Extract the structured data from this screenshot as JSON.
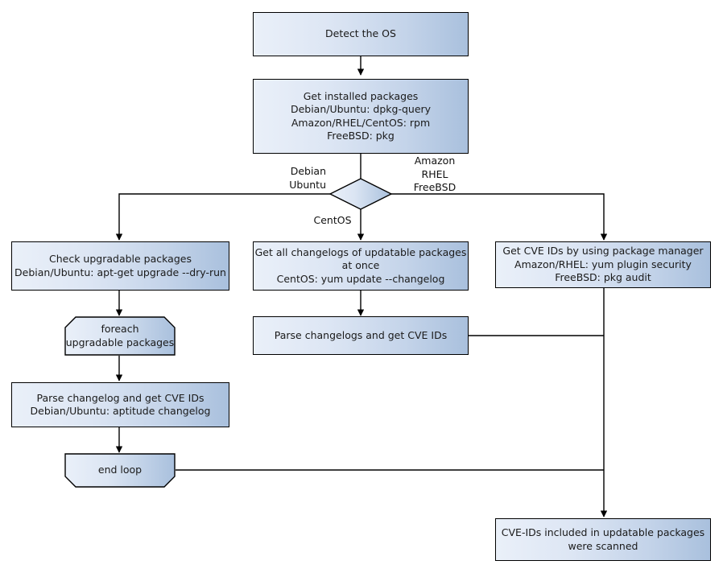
{
  "diagram": {
    "title": "OS package CVE scanning flowchart",
    "colors": {
      "node_fill_light": "#eaf0f9",
      "node_fill_dark": "#a9c0dd",
      "stroke": "#000000",
      "background": "#ffffff",
      "text": "#1a1a1a"
    },
    "nodes": {
      "detect_os": "Detect the OS",
      "get_installed_packages": "Get installed packages\nDebian/Ubuntu: dpkg-query\nAmazon/RHEL/CentOS: rpm\nFreeBSD: pkg",
      "check_upgradable": "Check upgradable packages\nDebian/Ubuntu: apt-get upgrade --dry-run",
      "get_all_changelogs": "Get all changelogs of updatable packages at once\nCentOS: yum update --changelog",
      "get_cve_ids_pkgmgr": "Get CVE IDs by using package manager\nAmazon/RHEL: yum plugin security\nFreeBSD: pkg audit",
      "foreach_loop": "foreach\nupgradable  packages",
      "parse_changelog_single": "Parse changelog and get  CVE IDs\nDebian/Ubuntu: aptitude changelog",
      "parse_changelogs_multi": "Parse changelogs and get CVE IDs",
      "end_loop": "end loop",
      "final_result": "CVE-IDs included in updatable packages\nwere scanned"
    },
    "edge_labels": {
      "branch_left": "Debian\nUbuntu",
      "branch_right": "Amazon\nRHEL\nFreeBSD",
      "branch_down": "CentOS"
    }
  }
}
